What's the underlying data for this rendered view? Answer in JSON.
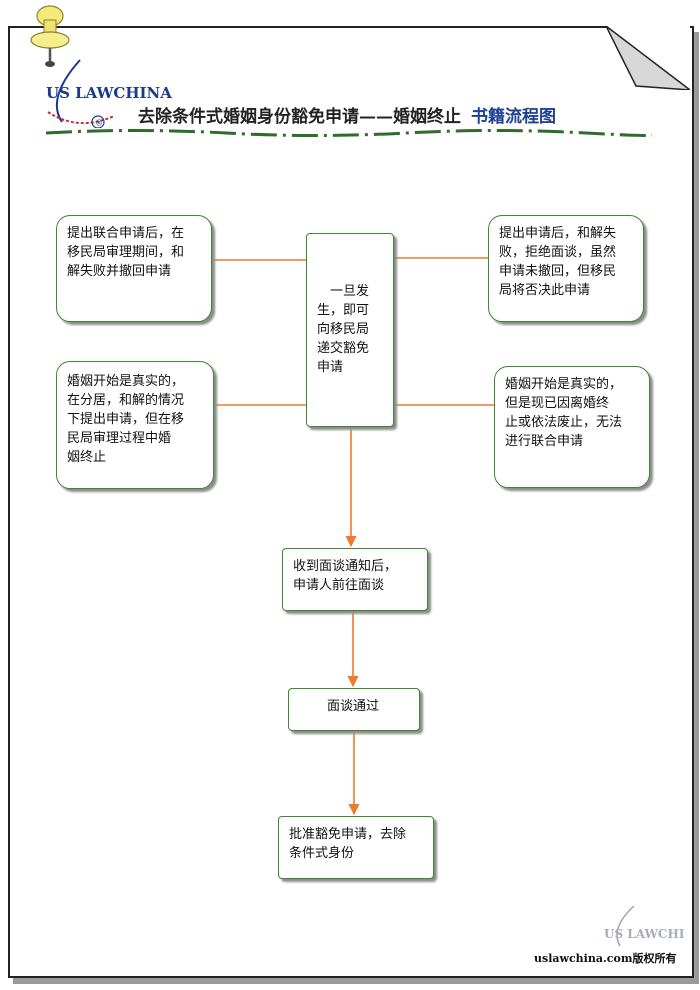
{
  "logo": {
    "text": "US LAWCHINA",
    "mark": "®"
  },
  "title": {
    "main": "去除条件式婚姻身份豁免申请——婚姻终止",
    "accent": "书籍流程图"
  },
  "boxes": {
    "top_left": "提出联合申请后，在\n移民局审理期间，和\n解失败并撤回申请",
    "top_right": "提出申请后，和解失\n败，拒绝面谈，虽然\n申请未撤回，但移民\n局将否决此申请",
    "center": "　一旦发\n生，即可\n向移民局\n递交豁免\n申请",
    "mid_left": "婚姻开始是真实的，\n在分居，和解的情况\n下提出申请，但在移\n民局审理过程中婚\n姻终止",
    "mid_right": "婚姻开始是真实的，\n但是现已因离婚终\n止或依法废止，无法\n进行联合申请",
    "interview_notice": "收到面谈通知后，\n申请人前往面谈",
    "interview_passed": "面谈通过",
    "approved": "批准豁免申请，去除\n条件式身份"
  },
  "footer": {
    "copyright": "uslawchina.com版权所有",
    "logo_text": "US LAWCHINA"
  },
  "colors": {
    "connector": "#ef7a2e",
    "box_border": "#3b8a2e",
    "title_accent": "#1f3f95"
  }
}
